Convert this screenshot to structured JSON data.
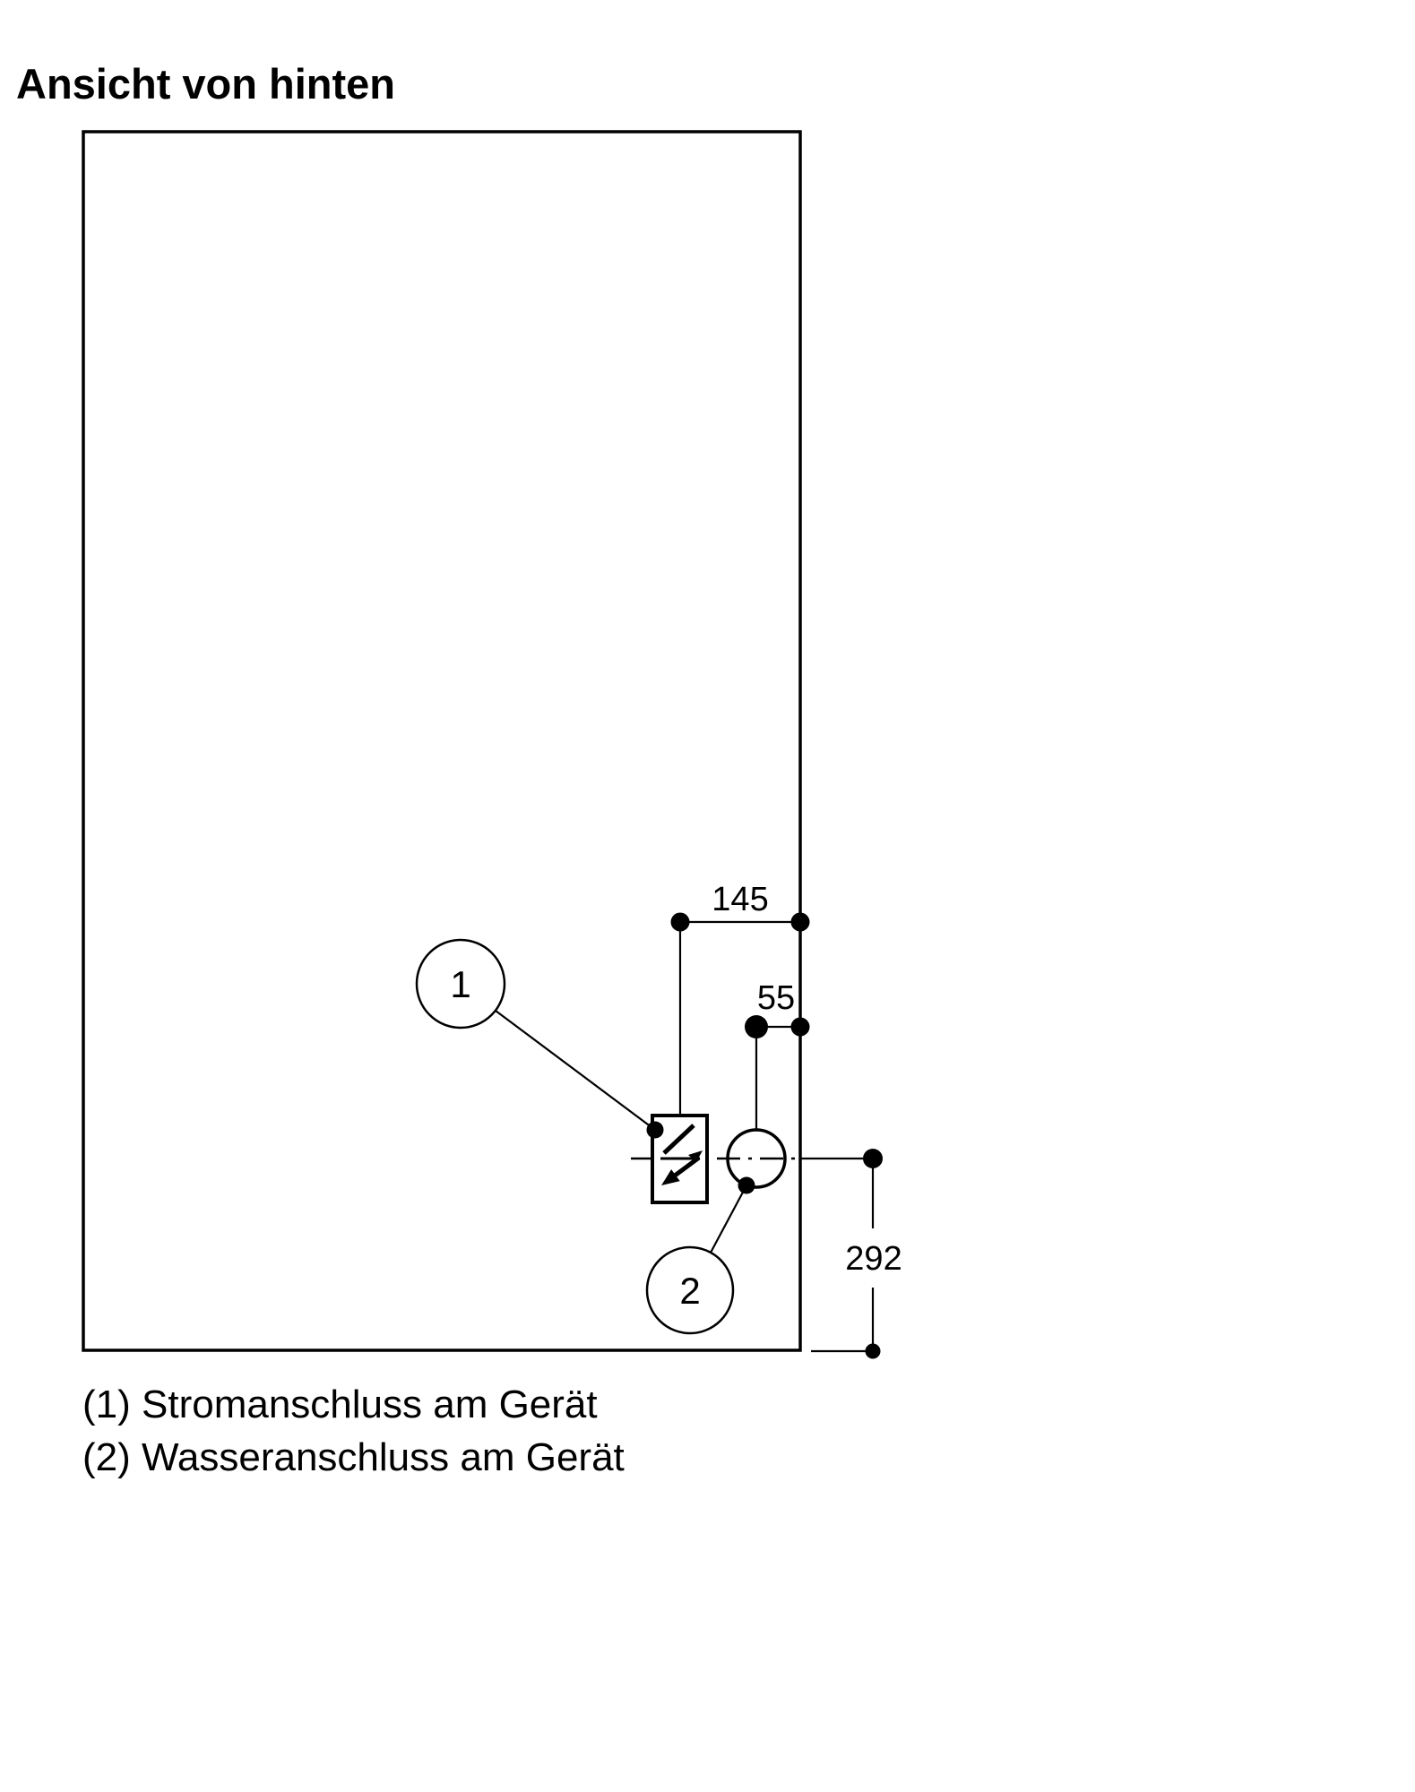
{
  "title": "Ansicht von hinten",
  "diagram": {
    "dimensions": {
      "top_offset": "145",
      "small_offset": "55",
      "bottom_height": "292"
    },
    "callouts": {
      "electrical": "1",
      "water": "2"
    },
    "icons": {
      "electrical": "lightning-arrow-icon",
      "water": "water-connection-circle"
    },
    "colors": {
      "line": "#000000",
      "background": "#ffffff",
      "text": "#000000"
    }
  },
  "legend": [
    "(1) Stromanschluss am Gerät",
    "(2) Wasseranschluss am Gerät"
  ]
}
